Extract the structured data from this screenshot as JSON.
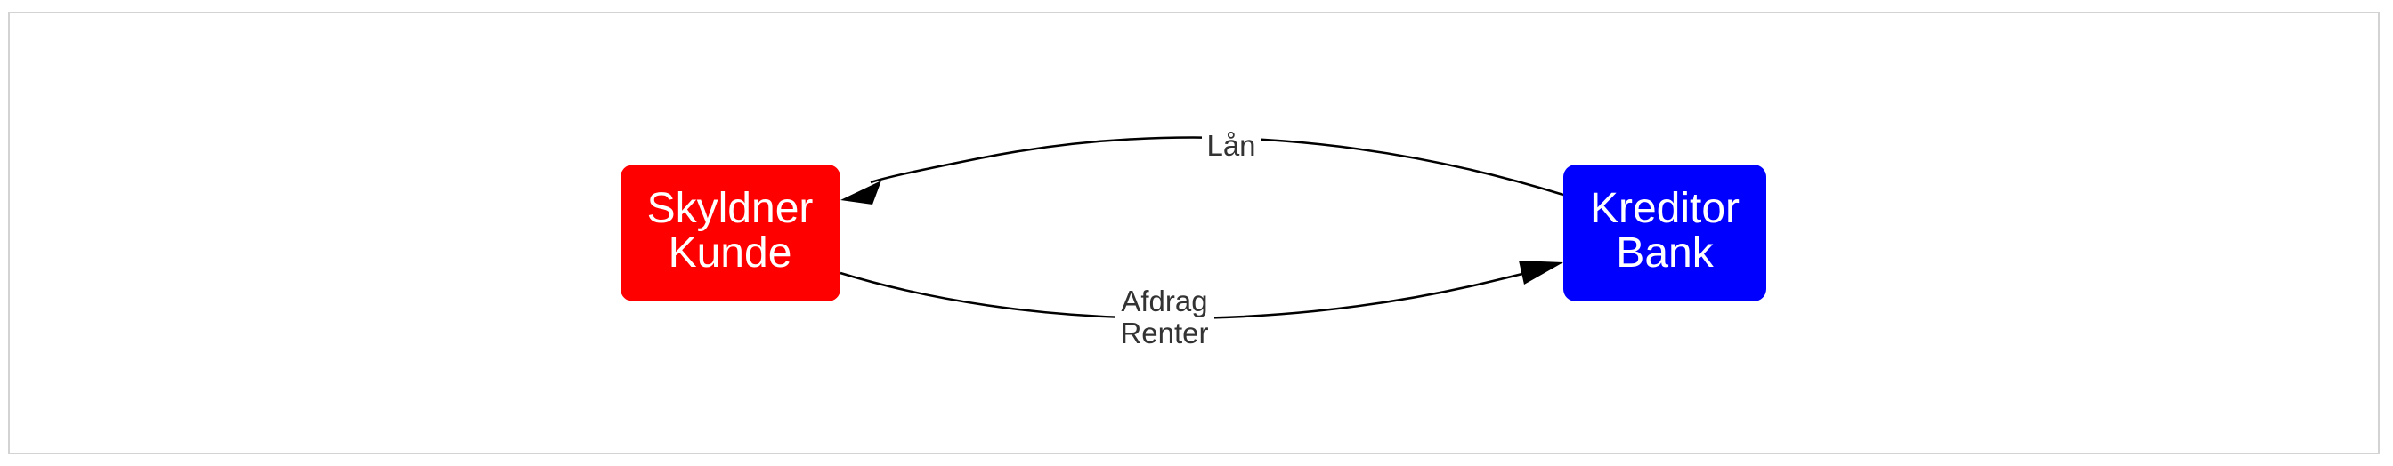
{
  "diagram": {
    "nodes": [
      {
        "id": "debtor",
        "lines": [
          "Skyldner",
          "Kunde"
        ],
        "color": "#ff0000"
      },
      {
        "id": "creditor",
        "lines": [
          "Kreditor",
          "Bank"
        ],
        "color": "#0000ff"
      }
    ],
    "edges": [
      {
        "id": "loan",
        "from": "creditor",
        "to": "debtor",
        "label_lines": [
          "Lån"
        ]
      },
      {
        "id": "repayment",
        "from": "debtor",
        "to": "creditor",
        "label_lines": [
          "Afdrag",
          "Renter"
        ]
      }
    ]
  }
}
